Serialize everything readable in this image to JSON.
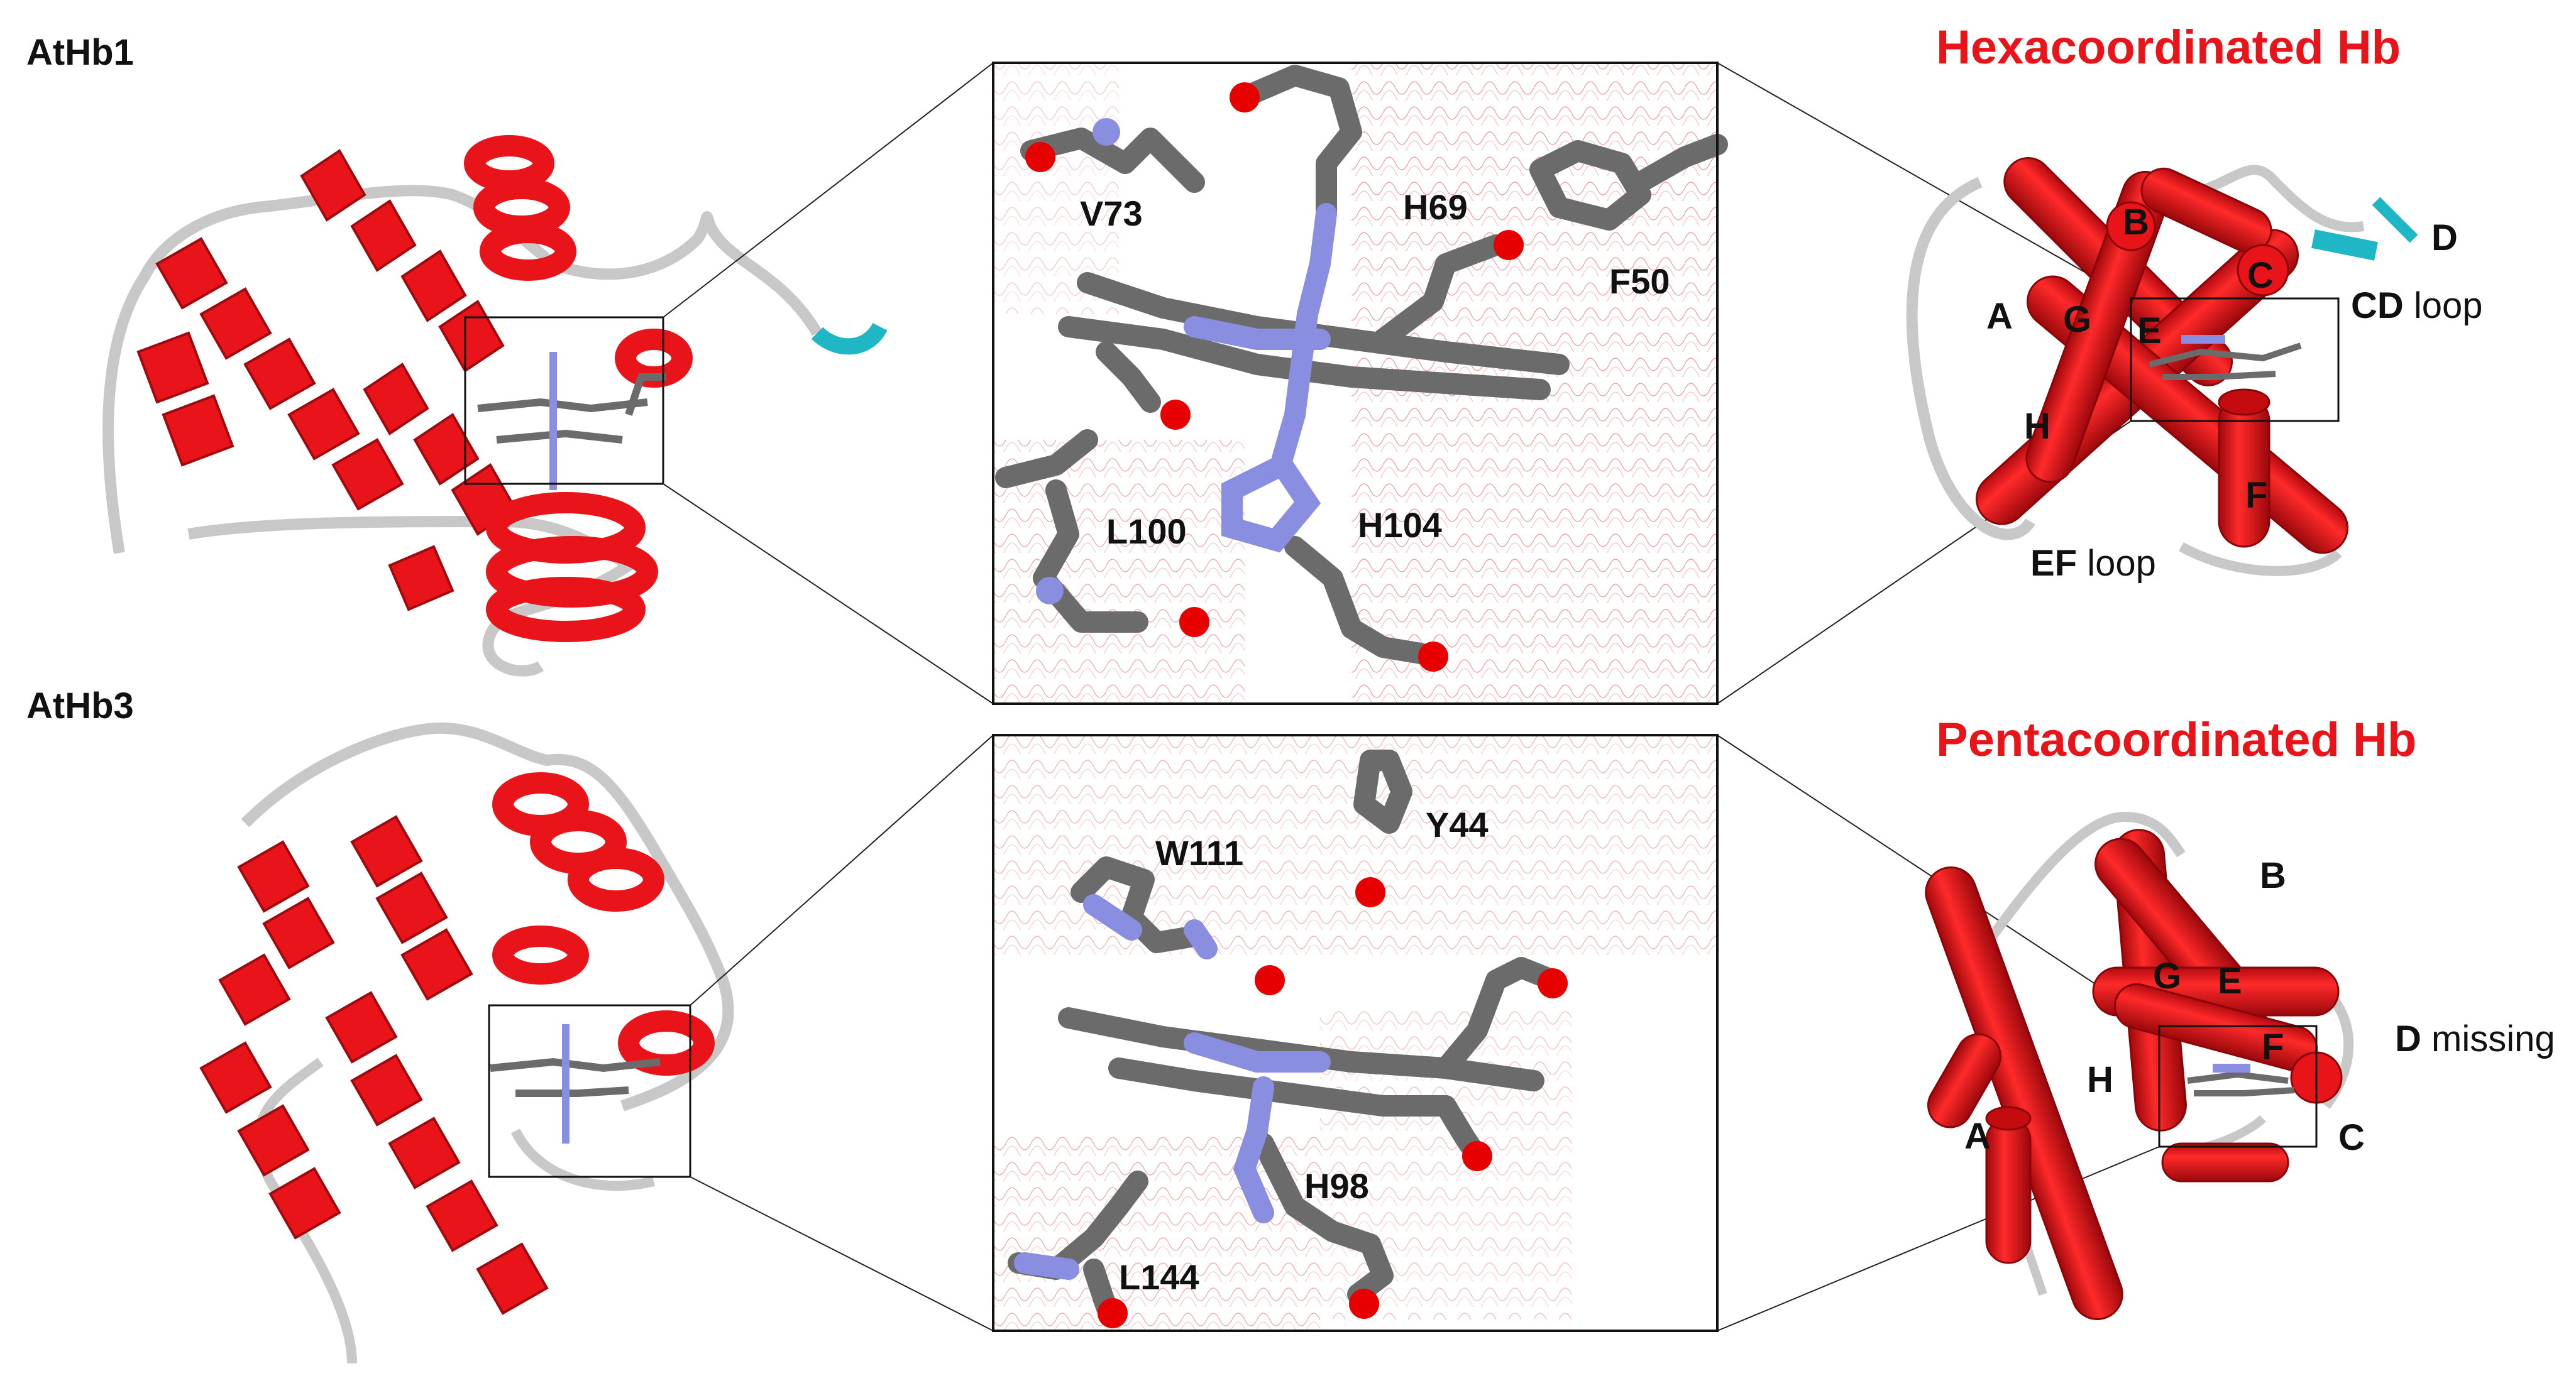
{
  "panels": {
    "top": {
      "label": "AtHb1",
      "type_title": "Hexacoordinated Hb",
      "residues": [
        "V73",
        "H69",
        "F50",
        "L100",
        "H104"
      ],
      "helices": [
        "A",
        "B",
        "C",
        "D",
        "E",
        "G",
        "H",
        "F"
      ],
      "loops": [
        {
          "bold": "CD",
          "rest": " loop"
        },
        {
          "bold": "EF",
          "rest": " loop"
        }
      ]
    },
    "bottom": {
      "label": "AtHb3",
      "type_title": "Pentacoordinated Hb",
      "residues": [
        "W111",
        "Y44",
        "H98",
        "L144"
      ],
      "helices": [
        "B",
        "G",
        "E",
        "F",
        "H",
        "A",
        "C"
      ],
      "d_note": {
        "bold": "D",
        "rest": " missing"
      }
    }
  },
  "colors": {
    "helix_red": "#e8141a",
    "loop_gray": "#c8c8c8",
    "strand_cyan": "#1fb6c6",
    "carbon_gray": "#6b6b6b",
    "nitrogen_blue": "#8a8ee0",
    "oxygen_red": "#e60000",
    "title_red": "#e8141a"
  }
}
